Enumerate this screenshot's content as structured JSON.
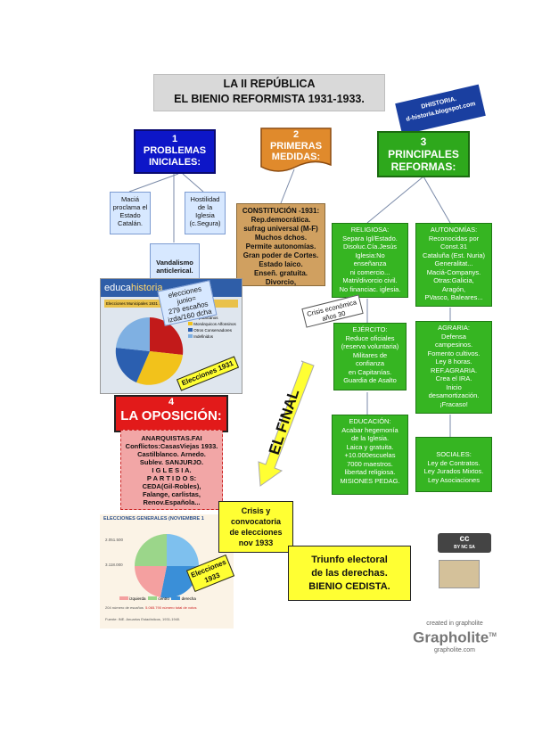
{
  "title": {
    "line1": "LA II REPÚBLICA",
    "line2": "EL BIENIO REFORMISTA 1931-1933."
  },
  "blog": {
    "line1": "DHISTORIA.",
    "line2": "d-historia.blogspot.com"
  },
  "section1": {
    "number": "1",
    "line1": "PROBLEMAS",
    "line2": "INICIALES:"
  },
  "section2": {
    "number": "2",
    "line1": "PRIMERAS",
    "line2": "MEDIDAS:"
  },
  "section3": {
    "number": "3",
    "line1": "PRINCIPALES",
    "line2": "REFORMAS:"
  },
  "macia": [
    "Maciá",
    "proclama el",
    "Estado",
    "Catalán."
  ],
  "hostilidad": [
    "Hostilidad",
    "de la",
    "Iglesia",
    "(c.Segura)"
  ],
  "vandalismo": [
    "Vandalismo",
    "anticlerical."
  ],
  "elecciones_junio": [
    "elecciones",
    "junio=",
    "279 escaños",
    "izda/160 dcha"
  ],
  "medidas": [
    "CONSTITUCIÓN -1931:",
    "Rep.democrática.",
    "sufrag universal (M-F)",
    "Muchos dchos.",
    "Permite autonomías.",
    "Gran poder de Cortes.",
    "Estado laico.",
    "Enseñ. gratuita.",
    "Divorcio,"
  ],
  "religiosa": [
    "RELIGIOSA:",
    "Separa Igl/Estado.",
    "Disoluc.Cía.Jesús",
    "Iglesia:No",
    "enseñanza",
    "ni comercio...",
    "Matri/divorcio civil.",
    "No financiac. iglesia."
  ],
  "autonomias": [
    "AUTONOMÍAS:",
    "Reconocidas por",
    "Const.31",
    "Cataluña (Est. Nuria)",
    "Generalitat...",
    "Maciá-Companys.",
    "Otras:Galicia,",
    "Aragón,",
    "PVasco, Baleares..."
  ],
  "crisis_economica": [
    "Crisis económica",
    "años 30"
  ],
  "ejercito": [
    "EJÉRCITO:",
    "Reduce oficiales",
    "(reserva voluntaria)",
    "Militares de",
    "confianza",
    "en Capitanías.",
    "Guardia de Asalto"
  ],
  "agraria": [
    "AGRARIA:",
    "Defensa",
    "campesinos.",
    "Fomento cultivos.",
    "Ley 8 horas.",
    "REF.AGRARIA.",
    "Crea el IRA.",
    "Inicio",
    "desamortización.",
    "¡Fracaso!"
  ],
  "educacion": [
    "EDUCACIÓN:",
    "Acabar hegemonía",
    "de la Iglesia.",
    "Laica y gratuita.",
    "+10.000escuelas",
    "7000 maestros.",
    "libertad religiosa.",
    "MISIONES PEDAG."
  ],
  "sociales": [
    "SOCIALES:",
    "Ley de Contratos.",
    "Ley Jurados Mixtos.",
    "Ley Asociaciones"
  ],
  "section4": {
    "number": "4",
    "label": "LA OPOSICIÓN:"
  },
  "oposicion": [
    "ANARQUISTAS.FAI",
    "Conflictos:CasasViejas 1933.",
    "Castilblanco. Arnedo.",
    "Sublev. SANJURJO.",
    "I G L E S I A.",
    "P A R T I D O S:",
    "CEDA(Gil-Robles),",
    "Falange, carlistas,",
    "Renov.Española..."
  ],
  "el_final": "EL FINAL",
  "crisis_convocatoria": [
    "Crisis y",
    "convocatoria",
    "de elecciones",
    "nov 1933"
  ],
  "triunfo": [
    "Triunfo electoral",
    "de las derechas.",
    "BIENIO CEDISTA."
  ],
  "img1": {
    "brand1": "educa",
    "brand2": "historia",
    "header": "Elecciones Municipales 1931 ... Abril de 1931",
    "legend": [
      "Republicanos",
      "Monárquicos Alfonsinos",
      "Otros Conservadores",
      "Indefinidos"
    ],
    "tag": "Elecciones 1931"
  },
  "img2": {
    "title": "ELECCIONES GENERALES (NOVIEMBRE 1",
    "tag": "Elecciones 1933",
    "legend": [
      "izquierda",
      "centro",
      "derecha"
    ],
    "footer1": "204 número de escaños",
    "footer2": "5.065.790 número total de votos",
    "source": "Fuente: INE. Anuarios Estadísticos, 1931-1940.",
    "vals": [
      "2.051.500",
      "3.118.000"
    ]
  },
  "grapholite": {
    "created": "created in grapholite",
    "brand": "Grapholite",
    "tm": "TM",
    "url": "grapholite.com"
  },
  "cc": {
    "label": "cc",
    "sub": "BY  NC  SA"
  }
}
